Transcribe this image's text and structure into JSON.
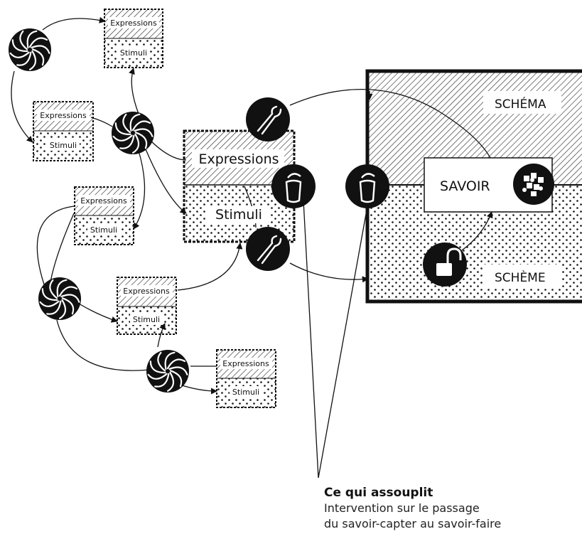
{
  "boxes": {
    "top": {
      "expr": "Expressions",
      "stim": "Stimuli"
    },
    "left1": {
      "expr": "Expressions",
      "stim": "Stimuli"
    },
    "left2": {
      "expr": "Expressions",
      "stim": "Stimuli"
    },
    "mid": {
      "expr": "Expressions",
      "stim": "Stimuli"
    },
    "bottom": {
      "expr": "Expressions",
      "stim": "Stimuli"
    },
    "main": {
      "expr": "Expressions",
      "stim": "Stimuli"
    }
  },
  "right_panel": {
    "schema": "SCHÉMA",
    "scheme": "SCHÈME",
    "savoir": "SAVOIR"
  },
  "caption": {
    "title": "Ce qui assouplit",
    "line1": "Intervention sur le passage",
    "line2": "du savoir-capter au savoir-faire"
  },
  "icons": [
    "swirl-icon",
    "pliers-icon",
    "cup-icon",
    "padlock-open-icon",
    "puzzle-icon"
  ],
  "colors": {
    "ink": "#111111",
    "paper": "#ffffff"
  }
}
